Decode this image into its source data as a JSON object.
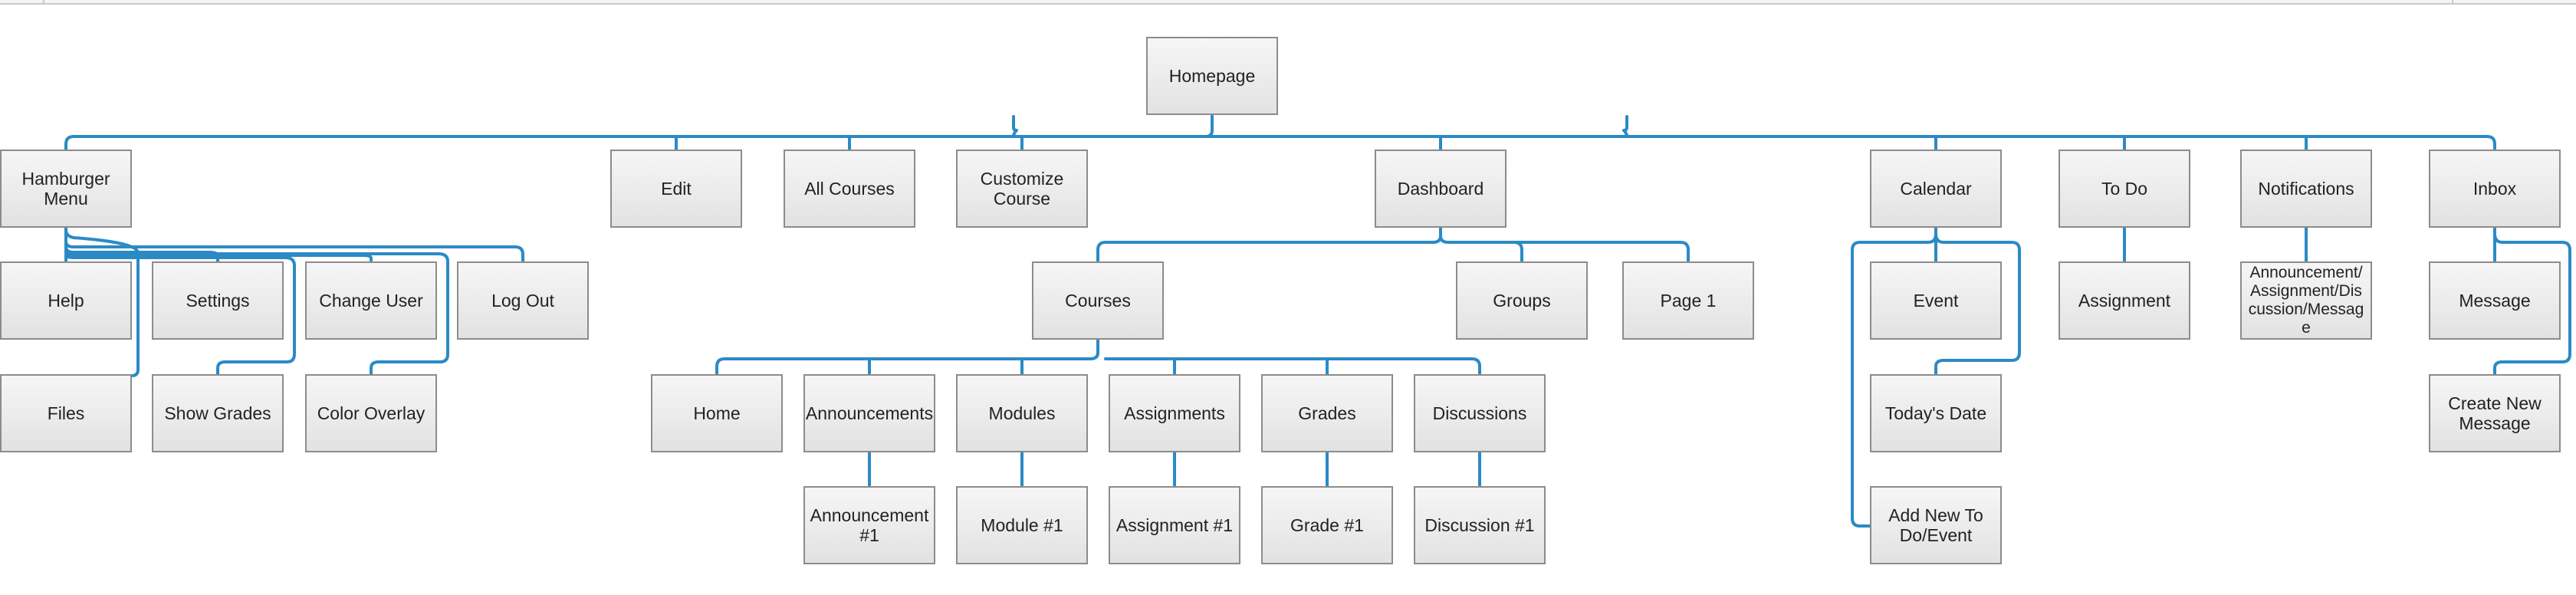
{
  "diagram": {
    "line_color": "#2b8ac6",
    "box_border_color": "#8c8c8c",
    "box_fill_top": "#f6f6f6",
    "box_fill_bottom": "#e2e2e2",
    "nodes": {
      "homepage": "Homepage",
      "hamburger_menu": "Hamburger Menu",
      "edit": "Edit",
      "all_courses": "All Courses",
      "customize_course": "Customize Course",
      "dashboard": "Dashboard",
      "calendar": "Calendar",
      "to_do": "To Do",
      "notifications": "Notifications",
      "inbox": "Inbox",
      "help": "Help",
      "settings": "Settings",
      "change_user": "Change User",
      "log_out": "Log Out",
      "files": "Files",
      "show_grades": "Show Grades",
      "color_overlay": "Color Overlay",
      "courses": "Courses",
      "groups": "Groups",
      "page_1": "Page 1",
      "home": "Home",
      "announcements": "Announcements",
      "modules": "Modules",
      "assignments": "Assignments",
      "grades": "Grades",
      "discussions": "Discussions",
      "announcement_1": "Announcement #1",
      "module_1": "Module #1",
      "assignment_1": "Assignment #1",
      "grade_1": "Grade #1",
      "discussion_1": "Discussion #1",
      "event": "Event",
      "todays_date": "Today's Date",
      "add_new_todo_event": "Add New To Do/Event",
      "todo_assignment": "Assignment",
      "notif_detail": "Announcement/Assignment/Discussion/Message",
      "message": "Message",
      "create_new_message": "Create New Message"
    }
  }
}
